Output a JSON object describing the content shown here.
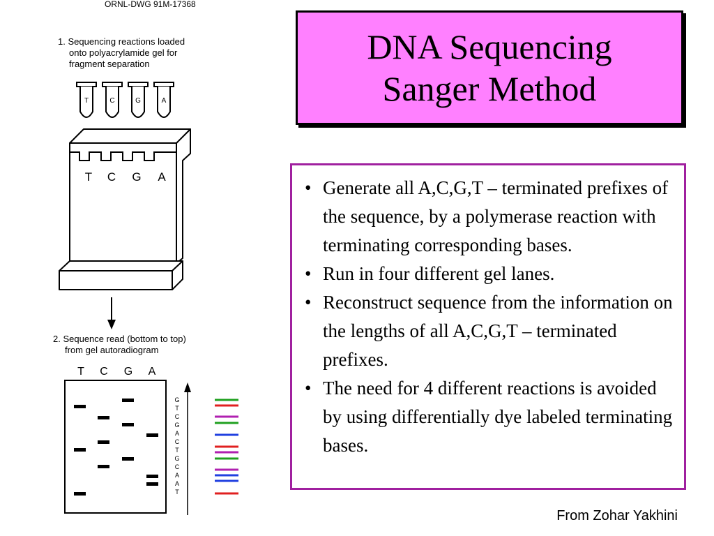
{
  "slide": {
    "title_line1": "DNA Sequencing",
    "title_line2": "Sanger Method",
    "bullets": [
      "Generate all A,C,G,T – terminated prefixes of the sequence, by a polymerase reaction with terminating corresponding bases.",
      "Run in four different gel lanes.",
      "Reconstruct sequence from the information on the lengths of all A,C,G,T – terminated prefixes.",
      "The need for 4 different reactions is avoided by using differentially dye labeled terminating bases."
    ],
    "bullet_symbol": "•",
    "credit": "From Zohar Yakhini",
    "title_bg_color": "#ff80ff",
    "box_border_color": "#a0209f"
  },
  "diagram": {
    "drawing_id": "ORNL-DWG 91M-17368",
    "step1_line1": "1. Sequencing reactions loaded",
    "step1_line2": "onto polyacrylamide gel for",
    "step1_line3": "fragment separation",
    "tube_labels": [
      "T",
      "C",
      "G",
      "A"
    ],
    "gel_lane_labels": [
      "T",
      "C",
      "G",
      "A"
    ],
    "step2_line1": "2. Sequence read (bottom to top)",
    "step2_line2": "from gel autoradiogram",
    "autorad_lane_labels": [
      "T",
      "C",
      "G",
      "A"
    ],
    "read_sequence": [
      "G",
      "T",
      "C",
      "G",
      "A",
      "C",
      "T",
      "G",
      "C",
      "A",
      "A",
      "T"
    ],
    "dye_colors": {
      "T": "#e02020",
      "C": "#2040e0",
      "G": "#20a020",
      "A": "#b020b0"
    }
  }
}
